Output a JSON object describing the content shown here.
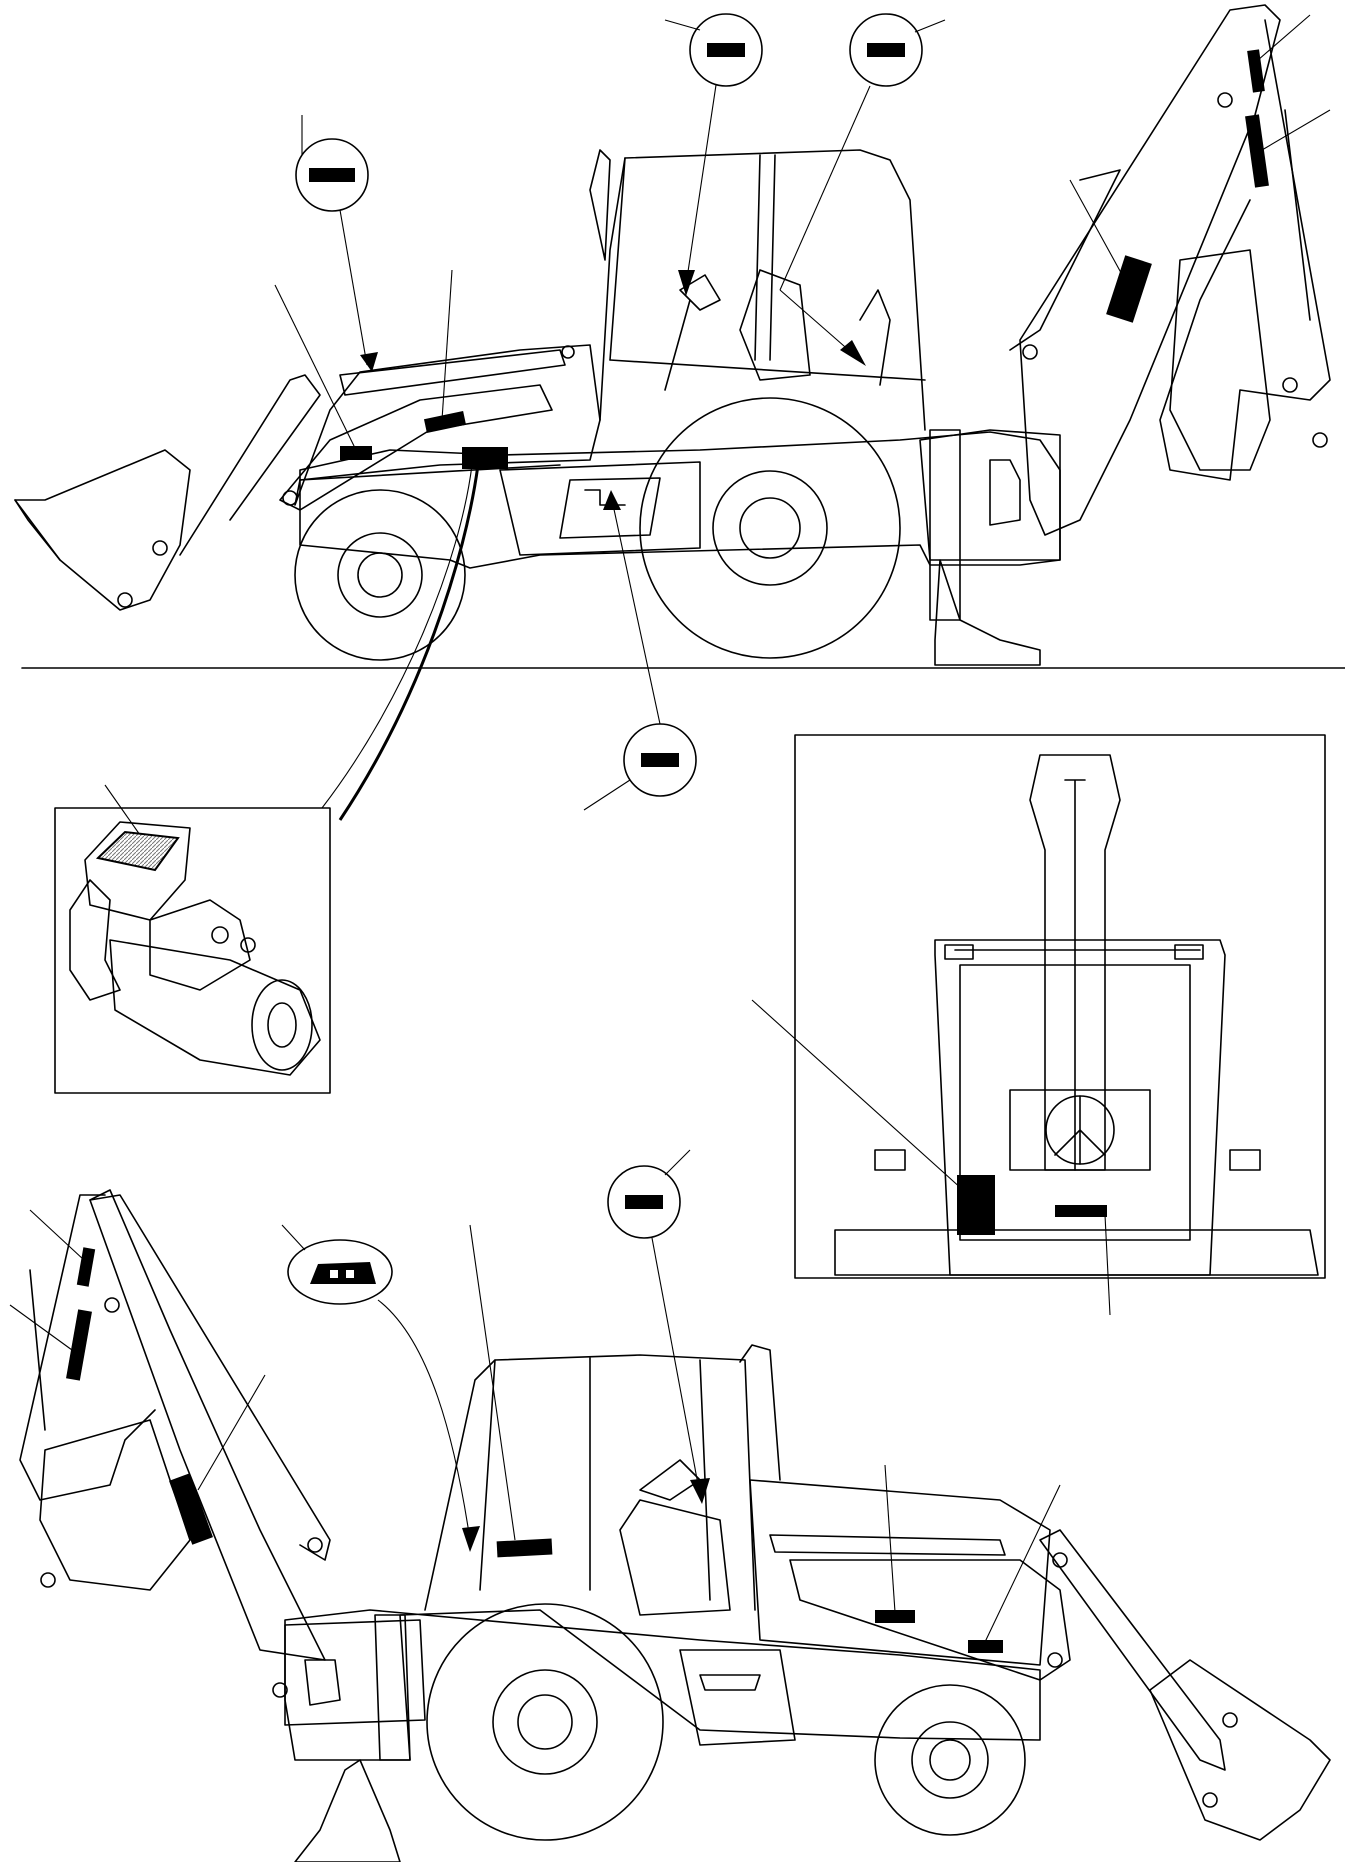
{
  "figure": {
    "type": "decal-location-diagram",
    "subject": "backhoe-loader",
    "views": [
      "left-side-view",
      "right-side-view",
      "rear-cab-view",
      "starter-motor-detail"
    ],
    "colors": {
      "line": "#000000",
      "background": "#ffffff",
      "decal": "#000000",
      "inset_screen": "#9a9a9a"
    }
  }
}
